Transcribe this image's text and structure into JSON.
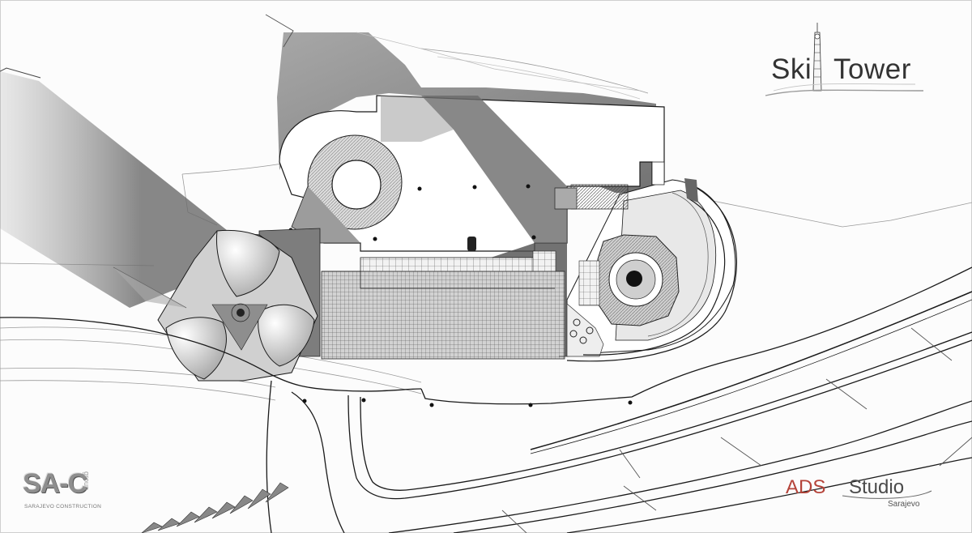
{
  "branding": {
    "ski_tower": {
      "word1": "Ski",
      "word2": "Tower"
    },
    "sac": {
      "main": "SA-C",
      "tag": "group",
      "sub": "SARAJEVO CONSTRUCTION"
    },
    "ads": {
      "word1": "ADS",
      "word2": "Studio",
      "city": "Sarajevo"
    }
  },
  "colors": {
    "shadow": "#7a7a7a",
    "line": "#1a1a1a",
    "accent_red": "#b5443a",
    "background": "#fcfcfc"
  }
}
